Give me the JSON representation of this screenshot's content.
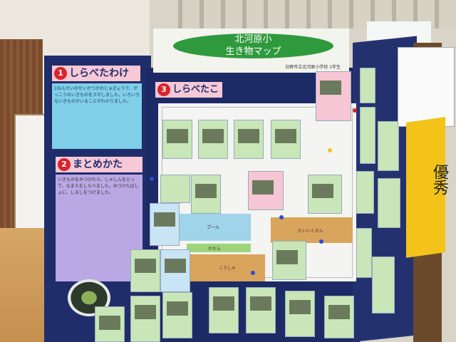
{
  "header": {
    "title_line1": "北河原小",
    "title_line2": "生き物マップ",
    "subtitle": "日野市立北河原小学校 1年生"
  },
  "sections": {
    "reason": {
      "number": "1",
      "label": "しらべたわけ"
    },
    "summary": {
      "number": "2",
      "label": "まとめかた"
    },
    "findings": {
      "number": "3",
      "label": "しらべたこと"
    }
  },
  "reason_text": "1ねんせいのせいかつかのじゅぎょうで、がっこうのいきものをさがしました。いろいろないきものがいることがわかりました。",
  "summary_text": "いきものをみつけたら、しゃしんをとって、なまえをしらべました。みつけたばしょに、しるしをつけました。",
  "map_areas": {
    "pool": "プール",
    "garden": "たいいくかん",
    "school": "こうしゃ",
    "field": "かだん"
  },
  "banner_text": "優秀",
  "colors": {
    "board": "#1f2d6b",
    "header_oval": "#2f9a3d",
    "banner": "#f3c319",
    "tag": "#f7c8d6",
    "number_badge": "#d8242c"
  }
}
